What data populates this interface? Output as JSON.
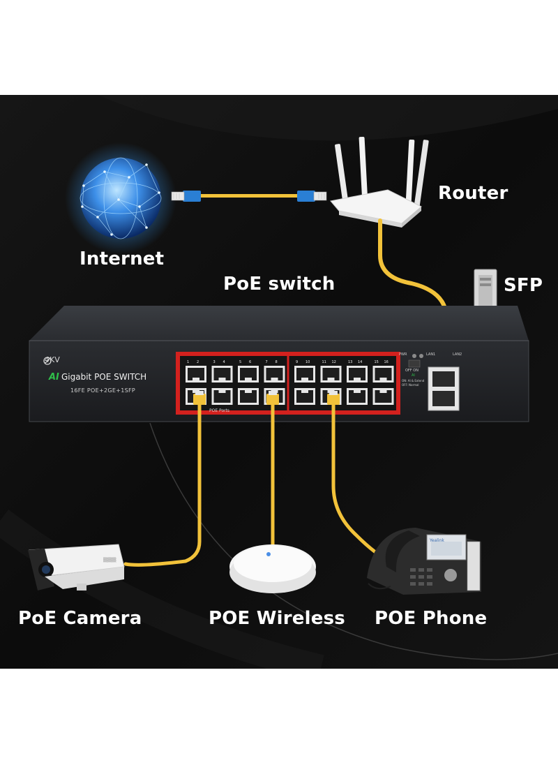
{
  "labels": {
    "internet": "Internet",
    "router": "Router",
    "poe_switch": "PoE switch",
    "sfp": "SFP",
    "poe_camera": "PoE Camera",
    "poe_wireless": "POE Wireless",
    "poe_phone": "POE Phone"
  },
  "switch": {
    "brand": "4KV",
    "title_ai": "AI",
    "title": "Gigabit POE SWITCH",
    "subtitle": "16FE POE+2GE+1SFP",
    "ports_caption": "POE Ports",
    "port_numbers": [
      "1",
      "2",
      "3",
      "4",
      "5",
      "6",
      "7",
      "8",
      "9",
      "10",
      "11",
      "12",
      "13",
      "14",
      "15",
      "16"
    ],
    "pwr_label": "PWR",
    "lan1_label": "LAN1",
    "lan2_label": "LAN2",
    "switch_off_on": "OFF ON",
    "switch_ai": "AI",
    "switch_note_on": "ON: AI & Extend",
    "switch_note_off": "OFF: Normal"
  },
  "phone": {
    "brand": "Yealink"
  },
  "colors": {
    "background": "#0d0d0d",
    "cable": "#f2c23a",
    "connector": "#2a7fd4",
    "port_frame": "#d3211e",
    "globe": "#4aa3ff"
  },
  "icons": [
    "globe-icon",
    "router-icon",
    "switch-icon",
    "sfp-module-icon",
    "camera-icon",
    "access-point-icon",
    "ip-phone-icon",
    "ethernet-cable-icon"
  ]
}
